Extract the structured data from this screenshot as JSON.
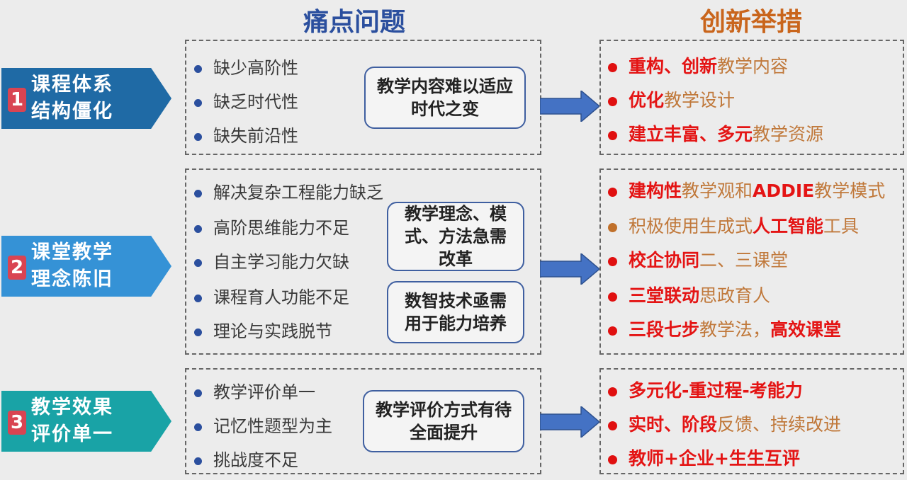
{
  "titles": {
    "problems": "痛点问题",
    "measures": "创新举措"
  },
  "colors": {
    "problems_title": "#2b4f9e",
    "measures_title": "#c9651c",
    "row1": "#1f6aa5",
    "row2": "#3592d6",
    "row3": "#19a3a6",
    "badge": "#d94452",
    "bold_red": "#e41414",
    "normal_brown": "#c0783a"
  },
  "rows": [
    {
      "num": "1",
      "label1": "课程体系",
      "label2": "结构僵化",
      "items": [
        "缺少高阶性",
        "缺乏时代性",
        "缺失前沿性"
      ],
      "boxes": [
        "教学内容难以适应时代之变"
      ],
      "measures": [
        [
          {
            "t": "重构、创新",
            "b": true
          },
          {
            "t": "教学内容",
            "b": false
          }
        ],
        [
          {
            "t": "优化",
            "b": true
          },
          {
            "t": "教学设计",
            "b": false
          }
        ],
        [
          {
            "t": "建立丰富、多元",
            "b": true
          },
          {
            "t": "教学资源",
            "b": false
          }
        ]
      ]
    },
    {
      "num": "2",
      "label1": "课堂教学",
      "label2": "理念陈旧",
      "items": [
        "解决复杂工程能力缺乏",
        "高阶思维能力不足",
        "自主学习能力欠缺",
        "课程育人功能不足",
        "理论与实践脱节"
      ],
      "boxes": [
        "教学理念、模式、方法急需改革",
        "数智技术亟需用于能力培养"
      ],
      "measures": [
        [
          {
            "t": "建构性",
            "b": true
          },
          {
            "t": "教学观和",
            "b": false
          },
          {
            "t": "ADDIE",
            "b": true
          },
          {
            "t": "教学模式",
            "b": false
          }
        ],
        [
          {
            "t": "积极使用生成式",
            "b": false
          },
          {
            "t": "人工智能",
            "b": true
          },
          {
            "t": "工具",
            "b": false
          }
        ],
        [
          {
            "t": "校企协同",
            "b": true
          },
          {
            "t": "二、三课堂",
            "b": false
          }
        ],
        [
          {
            "t": "三堂联动",
            "b": true
          },
          {
            "t": "思政育人",
            "b": false
          }
        ],
        [
          {
            "t": "三段七步",
            "b": true
          },
          {
            "t": "教学法，",
            "b": false
          },
          {
            "t": "高效课堂",
            "b": true
          }
        ]
      ]
    },
    {
      "num": "3",
      "label1": "教学效果",
      "label2": "评价单一",
      "items": [
        "教学评价单一",
        "记忆性题型为主",
        "挑战度不足"
      ],
      "boxes": [
        "教学评价方式有待全面提升"
      ],
      "measures": [
        [
          {
            "t": "多元化-重过程-考能力",
            "b": true
          }
        ],
        [
          {
            "t": "实时、阶段",
            "b": true
          },
          {
            "t": "反馈、持续改进",
            "b": false
          }
        ],
        [
          {
            "t": "教师+企业+生生互评",
            "b": true
          }
        ]
      ]
    }
  ]
}
